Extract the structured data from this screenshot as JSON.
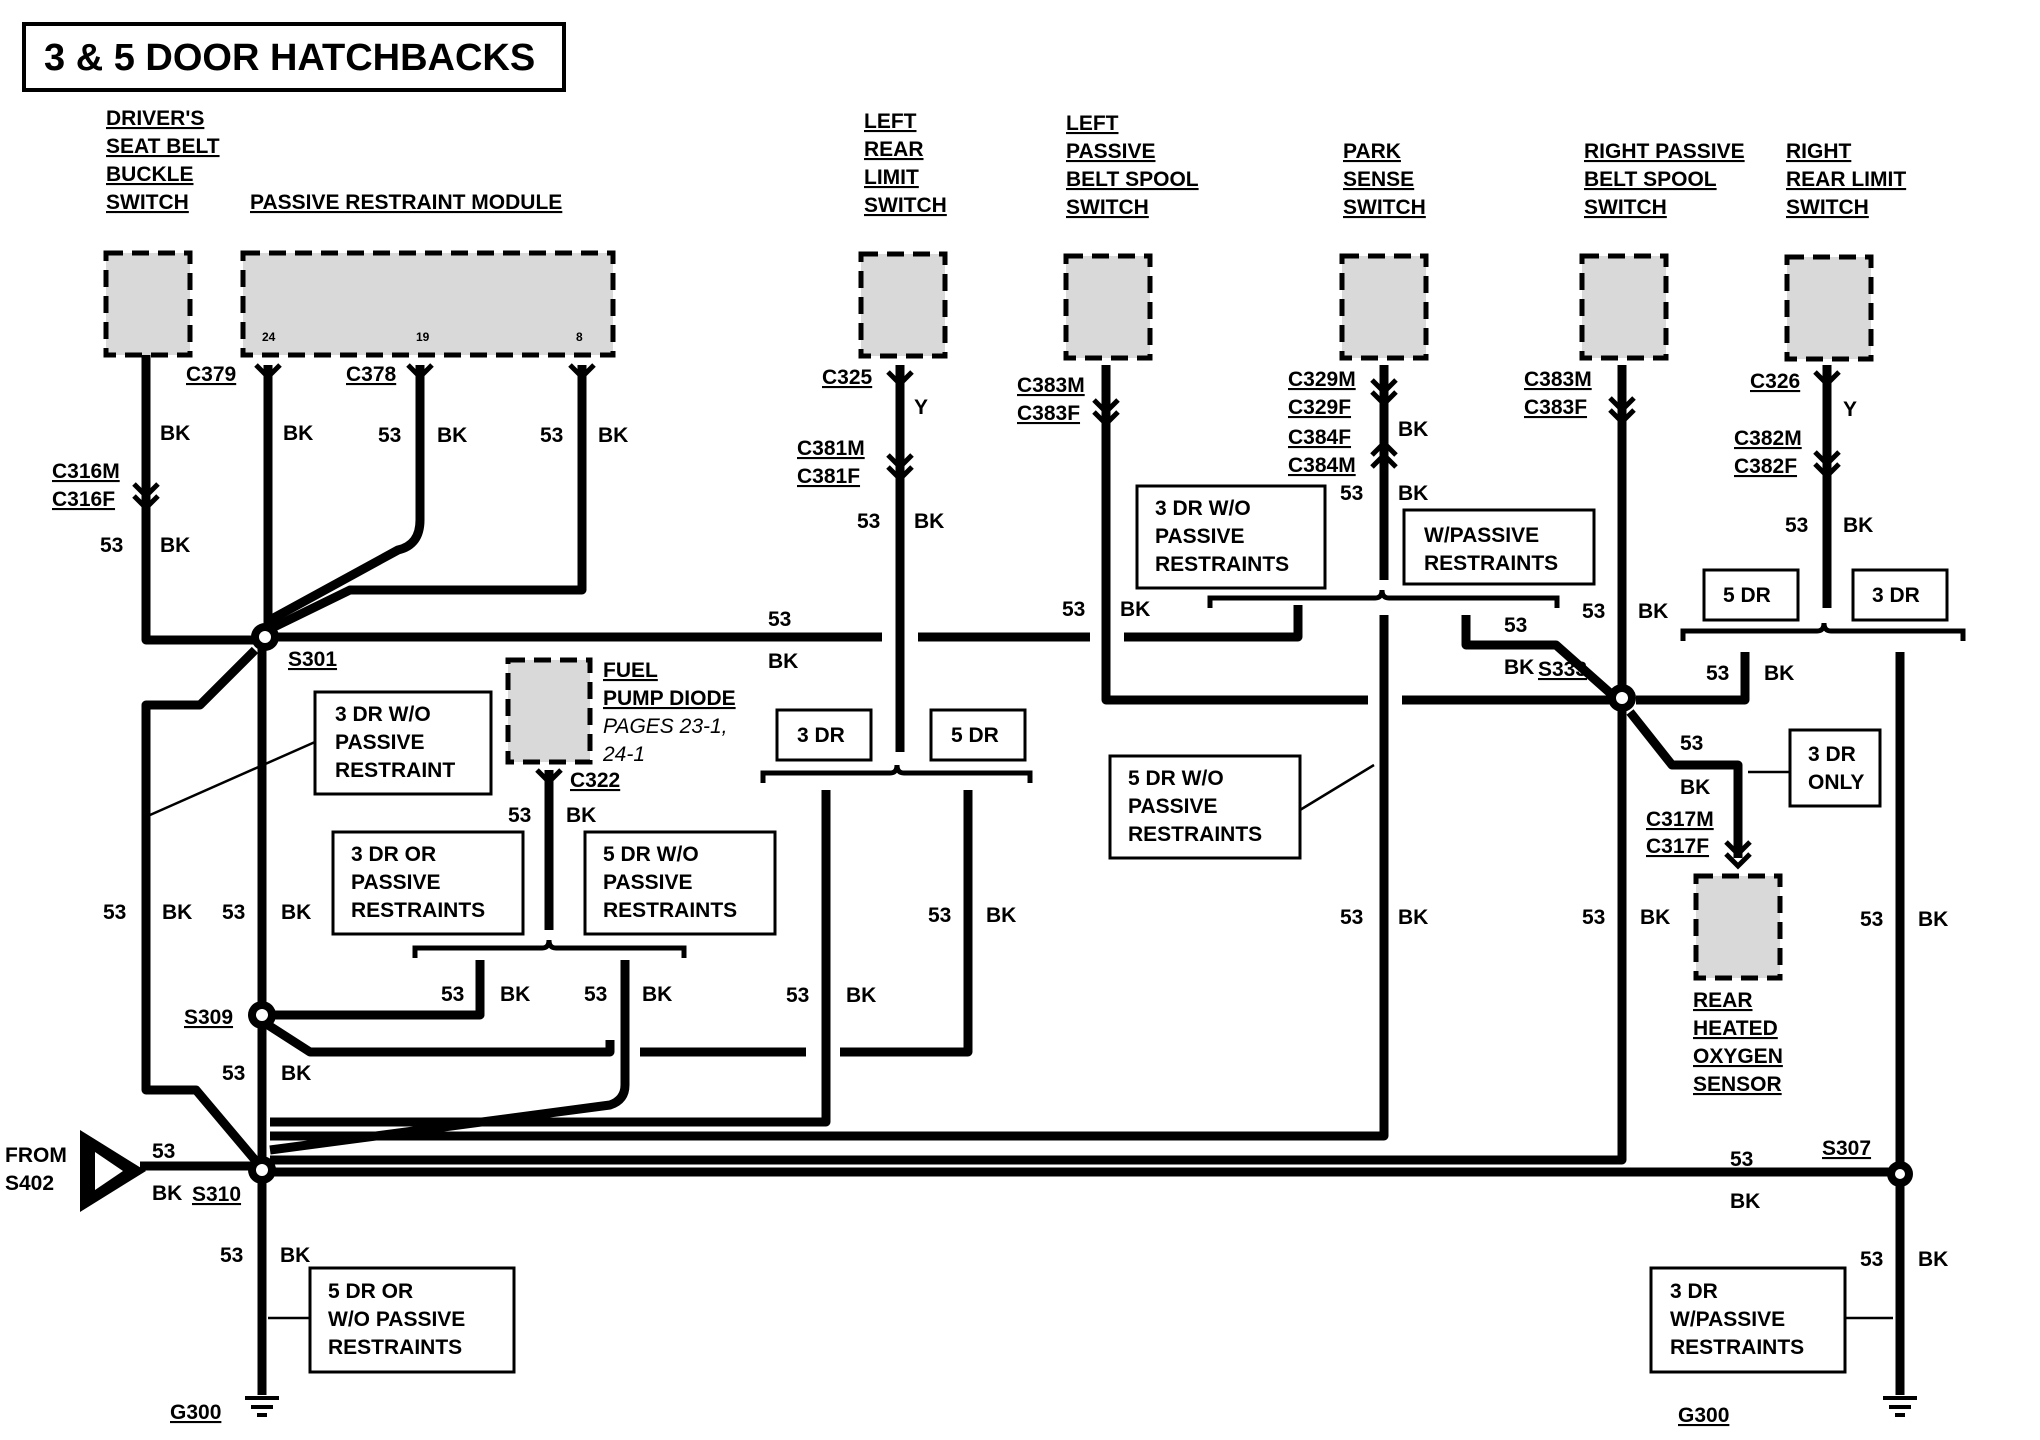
{
  "title": "3 & 5 DOOR HATCHBACKS",
  "components": {
    "drivers_buckle": [
      "DRIVER'S",
      "SEAT BELT",
      "BUCKLE",
      "SWITCH"
    ],
    "prm": "PASSIVE RESTRAINT MODULE",
    "prm_pins": [
      "24",
      "19",
      "8"
    ],
    "left_rear_limit": [
      "LEFT",
      "REAR",
      "LIMIT",
      "SWITCH"
    ],
    "left_spool": [
      "LEFT",
      "PASSIVE",
      "BELT SPOOL",
      "SWITCH"
    ],
    "park_sense": [
      "PARK",
      "SENSE",
      "SWITCH"
    ],
    "right_spool": [
      "RIGHT PASSIVE",
      "BELT SPOOL",
      "SWITCH"
    ],
    "right_rear_limit": [
      "RIGHT",
      "REAR LIMIT",
      "SWITCH"
    ],
    "fuel_pump_diode": [
      "FUEL",
      "PUMP DIODE"
    ],
    "fuel_pump_pages": [
      "PAGES 23-1,",
      "24-1"
    ],
    "rear_o2": [
      "REAR",
      "HEATED",
      "OXYGEN",
      "SENSOR"
    ]
  },
  "connectors": {
    "c379": "C379",
    "c378": "C378",
    "c316m": "C316M",
    "c316f": "C316F",
    "c325": "C325",
    "c381m": "C381M",
    "c381f": "C381F",
    "c383m_l": "C383M",
    "c383f_l": "C383F",
    "c329m": "C329M",
    "c329f": "C329F",
    "c384f": "C384F",
    "c384m": "C384M",
    "c383m_r": "C383M",
    "c383f_r": "C383F",
    "c326": "C326",
    "c382m": "C382M",
    "c382f": "C382F",
    "c322": "C322",
    "c317m": "C317M",
    "c317f": "C317F"
  },
  "splices": {
    "s301": "S301",
    "s309": "S309",
    "s310": "S310",
    "s333": "S333",
    "s307": "S307"
  },
  "grounds": {
    "g300_left": "G300",
    "g300_right": "G300"
  },
  "wire": {
    "circuit": "53",
    "color_bk": "BK",
    "color_y": "Y"
  },
  "from_label": [
    "FROM",
    "S402"
  ],
  "option_boxes": {
    "lp_3dr_wo": [
      "3 DR W/O",
      "PASSIVE",
      "RESTRAINT"
    ],
    "fp_3dr_or": [
      "3 DR OR",
      "PASSIVE",
      "RESTRAINTS"
    ],
    "fp_5dr_wo": [
      "5 DR W/O",
      "PASSIVE",
      "RESTRAINTS"
    ],
    "lr_3dr": "3 DR",
    "lr_5dr": "5 DR",
    "ps_3dr_wo": [
      "3 DR W/O",
      "PASSIVE",
      "RESTRAINTS"
    ],
    "ps_w_passive": [
      "W/PASSIVE",
      "RESTRAINTS"
    ],
    "mid_5dr_wo": [
      "5 DR W/O",
      "PASSIVE",
      "RESTRAINTS"
    ],
    "rr_5dr": "5 DR",
    "rr_3dr": "3 DR",
    "o2_3dr_only": [
      "3 DR",
      "ONLY"
    ],
    "g_5dr_or": [
      "5 DR OR",
      "W/O PASSIVE",
      "RESTRAINTS"
    ],
    "g_3dr_w": [
      "3 DR",
      "W/PASSIVE",
      "RESTRAINTS"
    ]
  }
}
